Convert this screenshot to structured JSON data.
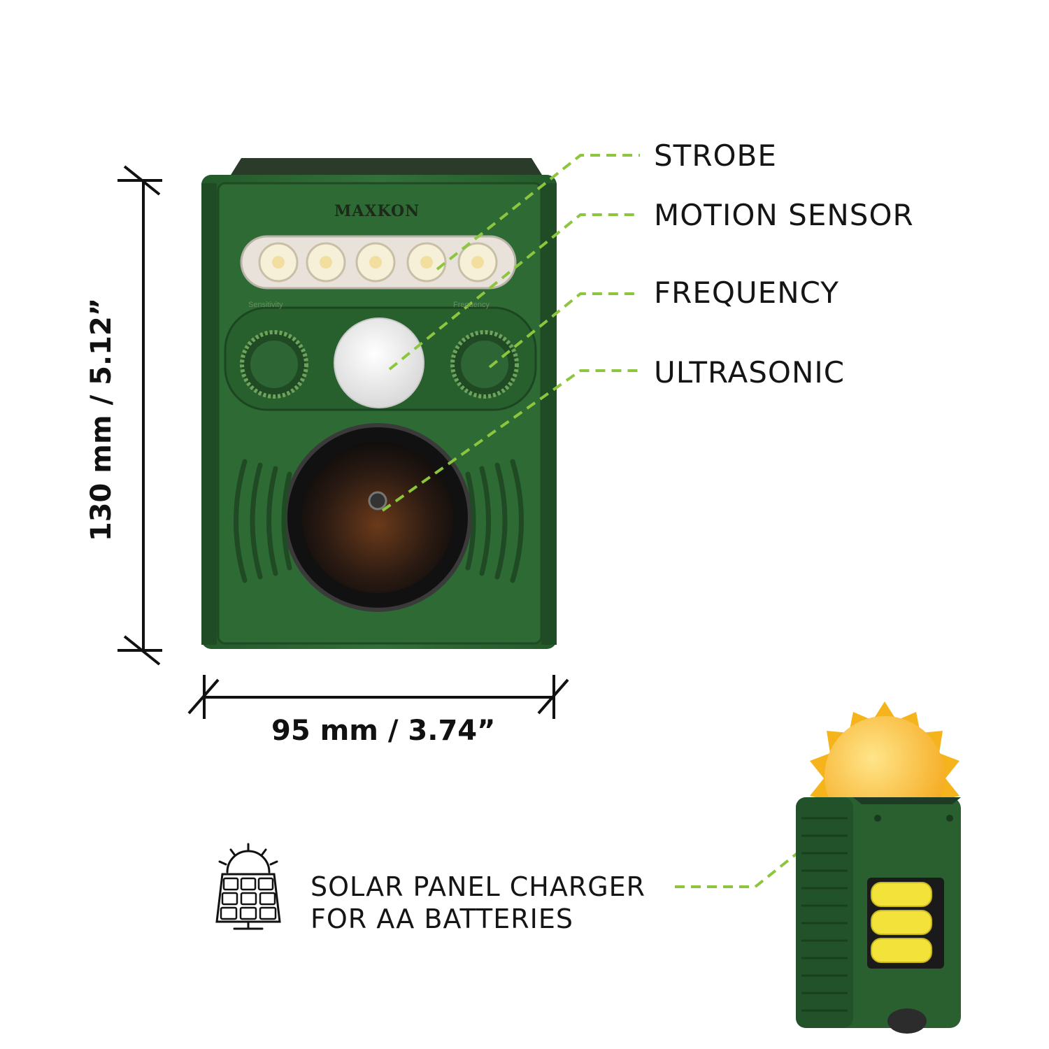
{
  "product": {
    "brand": "MAXKON",
    "knob_left_label": "Sensitivity",
    "knob_right_label": "Frequency"
  },
  "callouts": {
    "strobe": "STROBE",
    "motion_sensor": "MOTION SENSOR",
    "frequency": "FREQUENCY",
    "ultrasonic": "ULTRASONIC"
  },
  "dimensions": {
    "height": "130 mm / 5.12”",
    "width": "95 mm / 3.74”"
  },
  "solar": {
    "line1": "SOLAR PANEL CHARGER",
    "line2": "FOR AA BATTERIES",
    "icon": "solar-panel-icon"
  },
  "colors": {
    "device_green": "#2f6a34",
    "device_dark": "#1f4a24",
    "callout_line": "#8cc63f",
    "battery_yellow": "#f2e23a",
    "sun_orange": "#f5a81c"
  }
}
